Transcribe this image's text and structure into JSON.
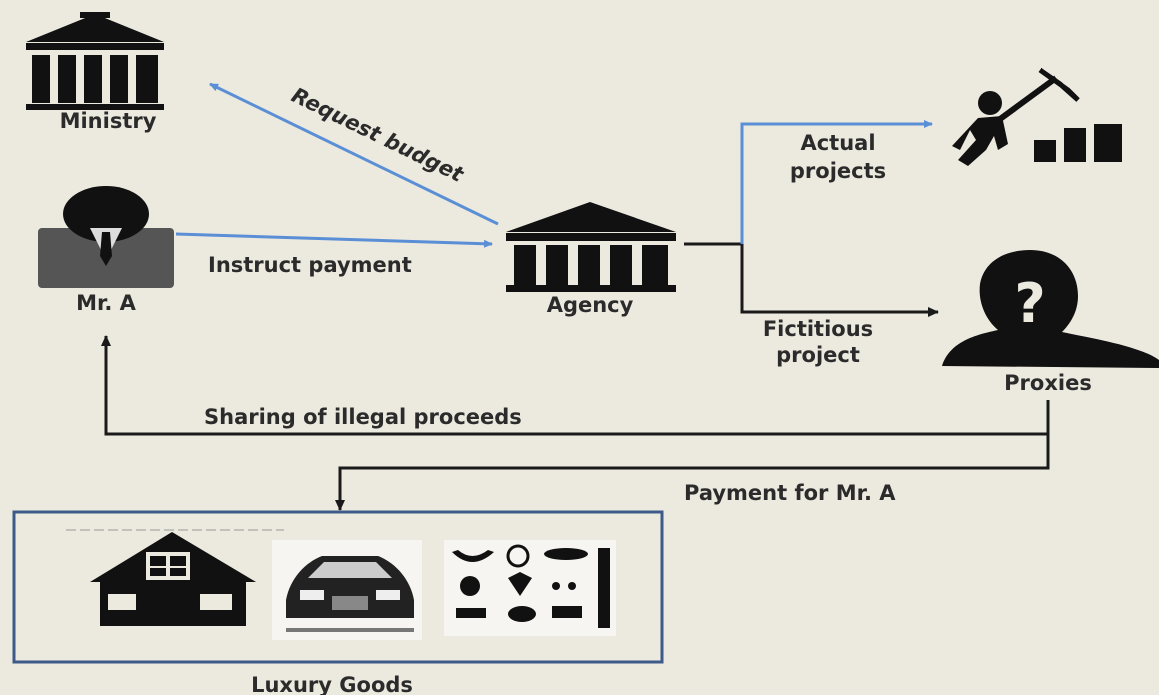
{
  "nodes": {
    "ministry": "Ministry",
    "mr_a": "Mr. A",
    "agency": "Agency",
    "proxies": "Proxies",
    "luxury_goods": "Luxury Goods"
  },
  "edges": {
    "request_budget": "Request budget",
    "instruct_payment": "Instruct payment",
    "actual_projects": [
      "Actual",
      "projects"
    ],
    "fictitious_project": [
      "Fictitious",
      "project"
    ],
    "sharing": "Sharing of illegal proceeds",
    "payment_for_mr_a": "Payment for Mr. A"
  },
  "colors": {
    "background": "#ece9df",
    "arrow_blue": "#5a8fd6",
    "arrow_dark": "#1a1a1a",
    "icon": "#111111",
    "person_grey": "#555555",
    "box_border": "#3d5a8a"
  },
  "icons": [
    "building-icon",
    "person-icon",
    "worker-icon",
    "unknown-person-icon",
    "house-icon",
    "car-icon",
    "jewelry-icon"
  ]
}
